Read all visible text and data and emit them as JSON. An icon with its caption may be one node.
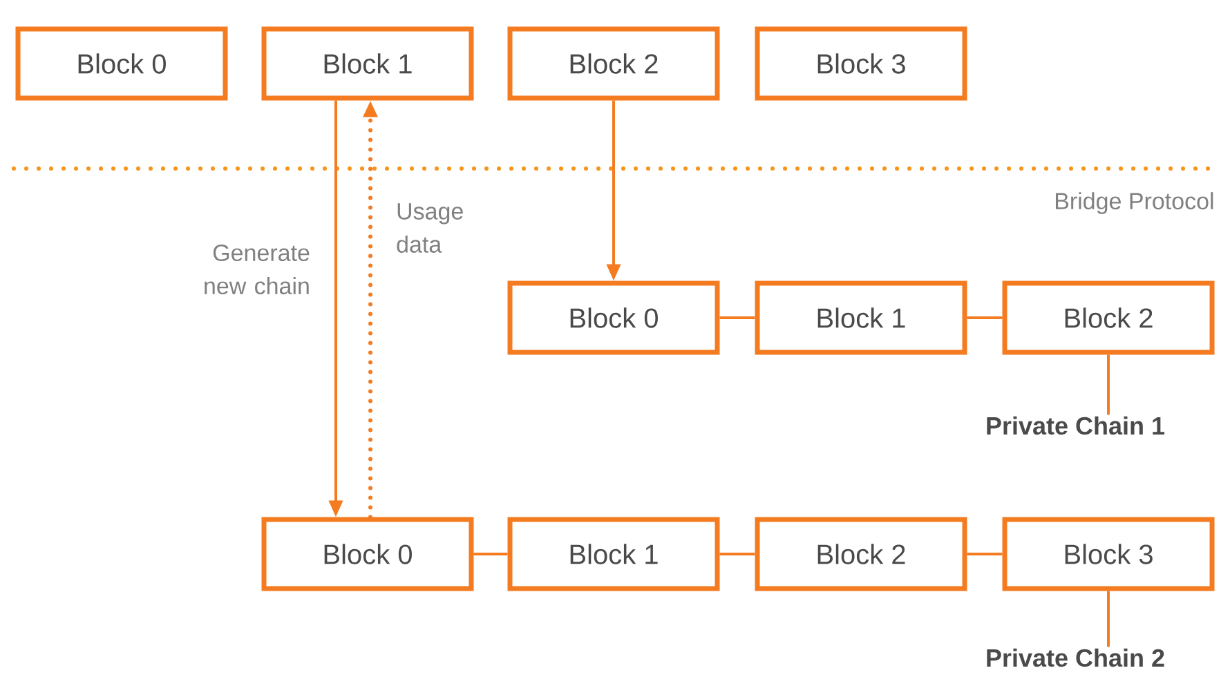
{
  "diagram": {
    "nodes": [
      {
        "text": [
          "Block 0"
        ]
      },
      {
        "text": [
          "Block 1"
        ]
      },
      {
        "text": [
          "Block 2"
        ]
      },
      {
        "text": [
          "Block 3"
        ]
      },
      {
        "text": [
          "Block 0"
        ]
      },
      {
        "text": [
          "Block 1"
        ]
      },
      {
        "text": [
          "Block 2"
        ]
      },
      {
        "text": [
          "Block 0"
        ]
      },
      {
        "text": [
          "Block 1"
        ]
      },
      {
        "text": [
          "Block 2"
        ]
      },
      {
        "text": [
          "Block 3"
        ]
      },
      {
        "text": [
          "Private Chain 1"
        ]
      },
      {
        "text": [
          "Private Chain 2"
        ]
      }
    ],
    "edges": [
      {
        "from": 1,
        "to": 7,
        "arrow": "to",
        "label": "Generate new chain"
      },
      {
        "from": 7,
        "to": 1,
        "arrow": "to",
        "label": "Usage data",
        "style": "dashed"
      },
      {
        "from": 2,
        "to": 4,
        "arrow": "to"
      },
      {
        "from": 4,
        "to": 5,
        "arrow": "none"
      },
      {
        "from": 5,
        "to": 6,
        "arrow": "none"
      },
      {
        "from": 6,
        "to": 11,
        "arrow": "none"
      },
      {
        "from": 7,
        "to": 8,
        "arrow": "none"
      },
      {
        "from": 8,
        "to": 9,
        "arrow": "none"
      },
      {
        "from": 9,
        "to": 10,
        "arrow": "none"
      },
      {
        "from": 10,
        "to": 12,
        "arrow": "none"
      }
    ],
    "labels": [
      "Bridge Protocol"
    ]
  }
}
